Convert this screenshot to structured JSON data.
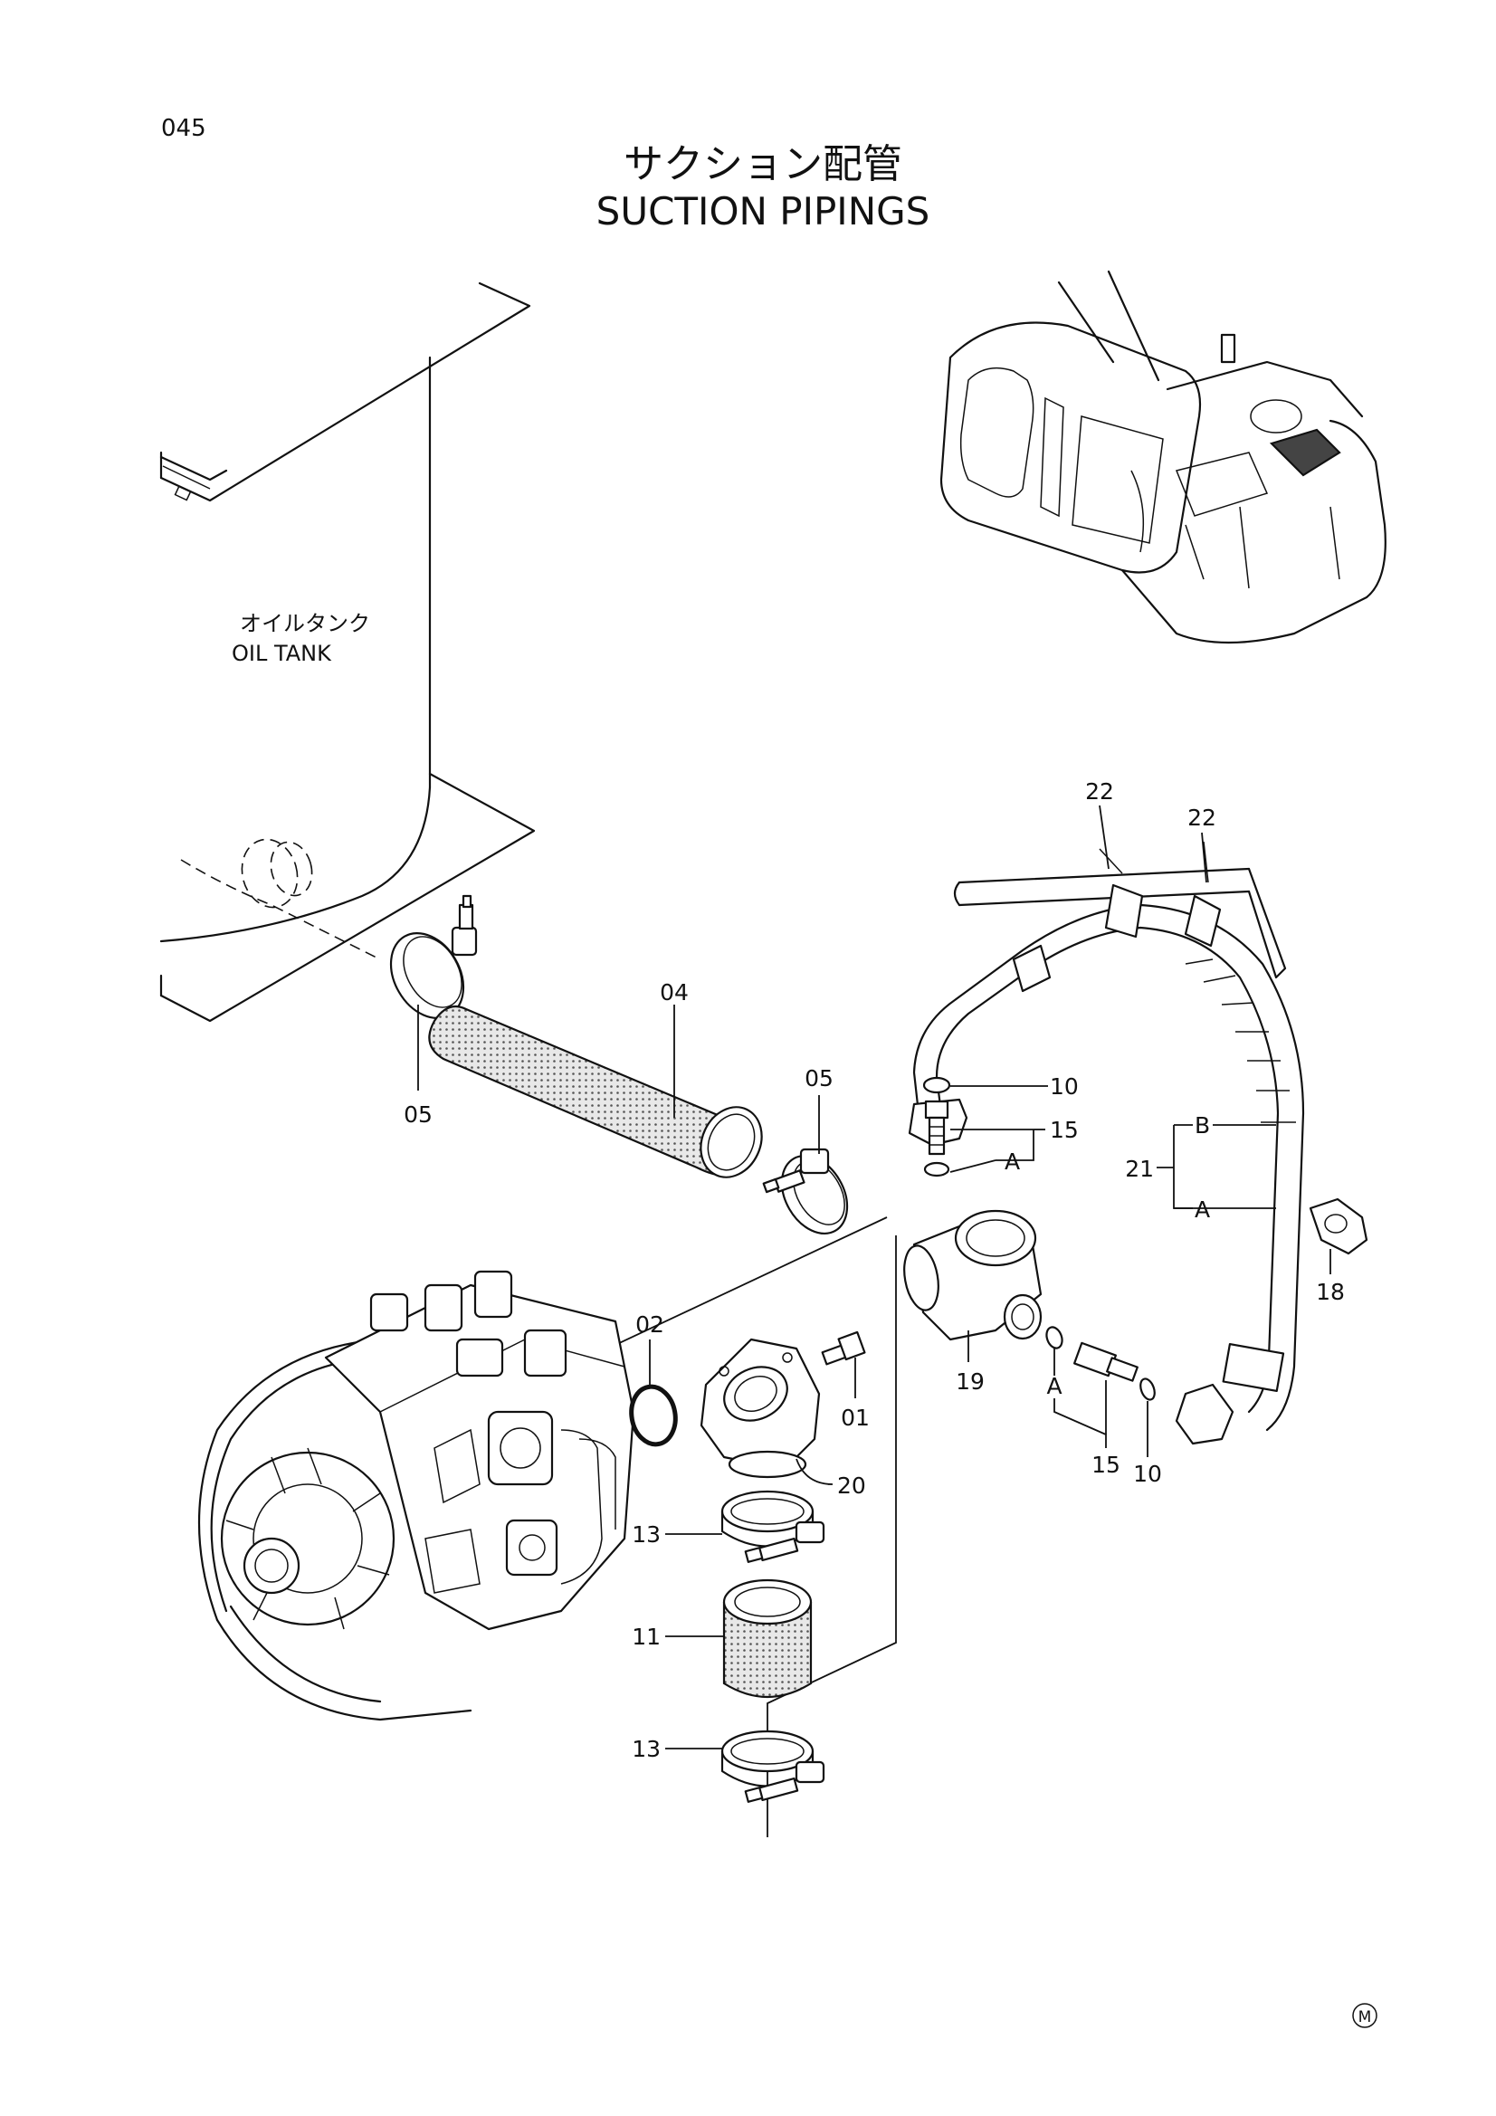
{
  "page": {
    "page_number": "045",
    "title_jp": "サクション配管",
    "title_en": "SUCTION PIPINGS",
    "footer_mark": "M"
  },
  "tank_label": {
    "jp": "オイルタンク",
    "en": "OIL TANK"
  },
  "part_callouts": [
    {
      "id": "c-04",
      "label": "04"
    },
    {
      "id": "c-05a",
      "label": "05"
    },
    {
      "id": "c-05b",
      "label": "05"
    },
    {
      "id": "c-22a",
      "label": "22"
    },
    {
      "id": "c-22b",
      "label": "22"
    },
    {
      "id": "c-10a",
      "label": "10"
    },
    {
      "id": "c-15a",
      "label": "15"
    },
    {
      "id": "c-Aa",
      "label": "A"
    },
    {
      "id": "c-B",
      "label": "B"
    },
    {
      "id": "c-21",
      "label": "21"
    },
    {
      "id": "c-Ab",
      "label": "A"
    },
    {
      "id": "c-18",
      "label": "18"
    },
    {
      "id": "c-02",
      "label": "02"
    },
    {
      "id": "c-01",
      "label": "01"
    },
    {
      "id": "c-19",
      "label": "19"
    },
    {
      "id": "c-Ac",
      "label": "A"
    },
    {
      "id": "c-15b",
      "label": "15"
    },
    {
      "id": "c-10b",
      "label": "10"
    },
    {
      "id": "c-20",
      "label": "20"
    },
    {
      "id": "c-13a",
      "label": "13"
    },
    {
      "id": "c-11",
      "label": "11"
    },
    {
      "id": "c-13b",
      "label": "13"
    }
  ]
}
